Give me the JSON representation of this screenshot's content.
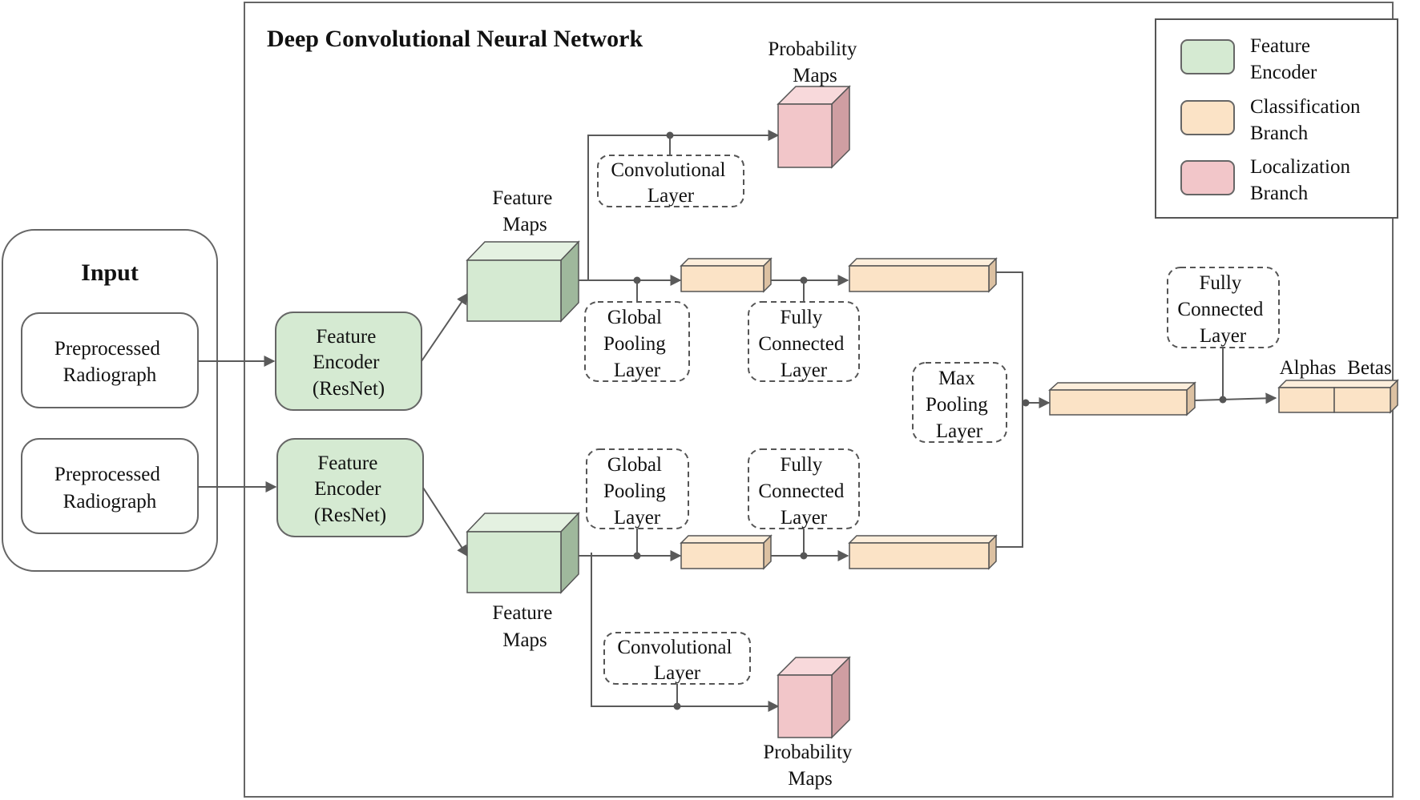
{
  "title": "Deep Convolutional Neural Network",
  "input": {
    "title": "Input",
    "top_radiograph": [
      "Preprocessed",
      "Radiograph"
    ],
    "bottom_radiograph": [
      "Preprocessed",
      "Radiograph"
    ]
  },
  "encoders": {
    "top": [
      "Feature",
      "Encoder",
      "(ResNet)"
    ],
    "bottom": [
      "Feature",
      "Encoder",
      "(ResNet)"
    ]
  },
  "feature_maps": {
    "top": [
      "Feature",
      "Maps"
    ],
    "bottom": [
      "Feature",
      "Maps"
    ]
  },
  "probability_maps": {
    "top": [
      "Probability",
      "Maps"
    ],
    "bottom": [
      "Probability",
      "Maps"
    ]
  },
  "layers": {
    "conv_top": [
      "Convolutional",
      "Layer"
    ],
    "conv_bottom": [
      "Convolutional",
      "Layer"
    ],
    "gpool_top": [
      "Global",
      "Pooling",
      "Layer"
    ],
    "gpool_bottom": [
      "Global",
      "Pooling",
      "Layer"
    ],
    "fc_top": [
      "Fully",
      "Connected",
      "Layer"
    ],
    "fc_bottom": [
      "Fully",
      "Connected",
      "Layer"
    ],
    "maxpool": [
      "Max",
      "Pooling",
      "Layer"
    ],
    "fc_final": [
      "Fully",
      "Connected",
      "Layer"
    ]
  },
  "outputs": {
    "alphas": "Alphas",
    "betas": "Betas"
  },
  "legend": [
    {
      "label": [
        "Feature",
        "Encoder"
      ],
      "color": "#d5ead2"
    },
    {
      "label": [
        "Classification",
        "Branch"
      ],
      "color": "#fbe3c6"
    },
    {
      "label": [
        "Localization",
        "Branch"
      ],
      "color": "#f2c6c9"
    }
  ],
  "colors": {
    "encoder_fill": "#d5ead2",
    "encoder_side": "#9fb89c",
    "encoder_top": "#e4f1e1",
    "class_fill": "#fbe3c6",
    "class_side": "#dcc1a2",
    "class_top": "#fdeedb",
    "loc_fill": "#f2c6c9",
    "loc_side": "#cf9ea2",
    "loc_top": "#f8d9db"
  }
}
